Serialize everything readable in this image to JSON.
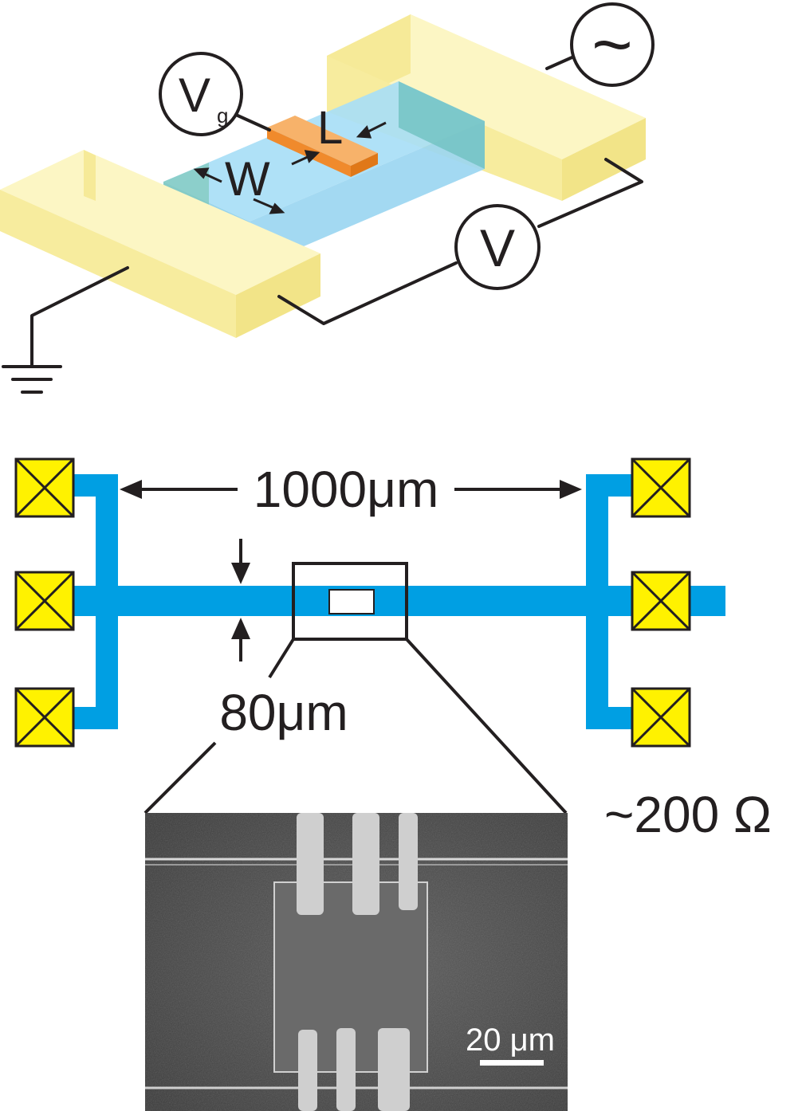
{
  "schematic": {
    "gate_voltage_symbol": "V",
    "gate_voltage_subscript": "g",
    "ac_source_symbol": "~",
    "voltmeter_symbol": "V",
    "width_label": "W",
    "length_label": "L"
  },
  "hall_bar": {
    "length_label": "1000μm",
    "width_label": "80μm",
    "resistance_label": "~200 Ω"
  },
  "micrograph": {
    "scale_bar_label": "20 μm"
  },
  "colors": {
    "contact_gold": "#f7ec9a",
    "channel_blue": "#8fd3f2",
    "gate_orange": "#f08a2c",
    "hallbar_blue": "#009fe3",
    "pad_yellow": "#fff200",
    "line": "#231f20"
  }
}
